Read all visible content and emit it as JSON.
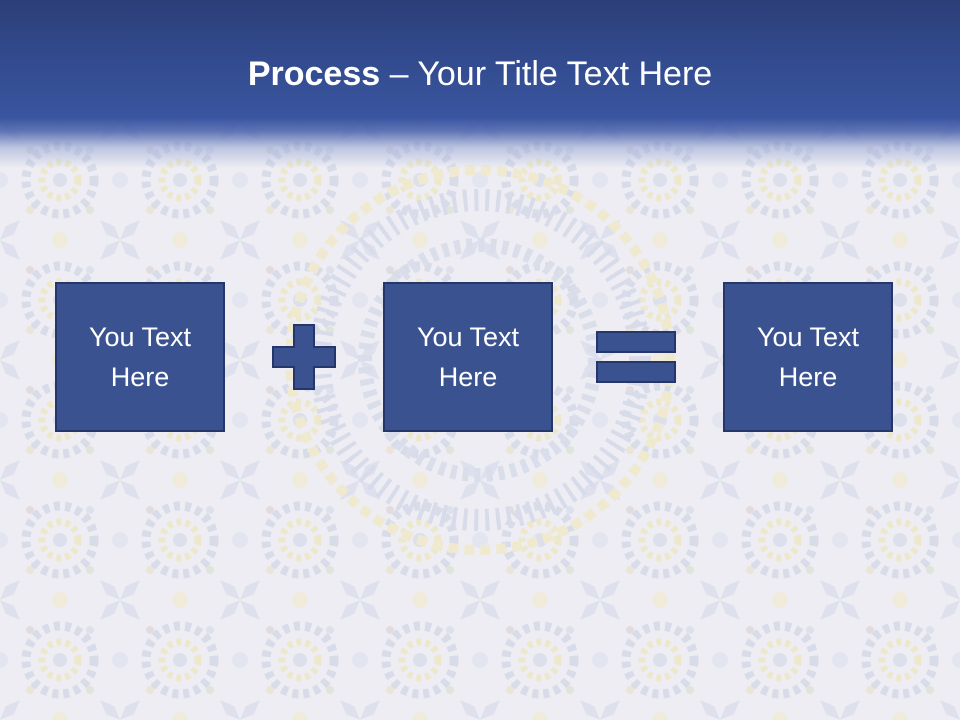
{
  "slide": {
    "title_bold": "Process",
    "title_rest": " – Your Title Text Here",
    "boxes": [
      {
        "label": "You Text\nHere"
      },
      {
        "label": "You Text\nHere"
      },
      {
        "label": "You Text\nHere"
      }
    ],
    "operators": [
      "plus-icon",
      "equals-icon"
    ]
  },
  "colors": {
    "header": "#324b8e",
    "box_fill": "#3a528f",
    "box_border": "#24366a",
    "text": "#ffffff"
  }
}
